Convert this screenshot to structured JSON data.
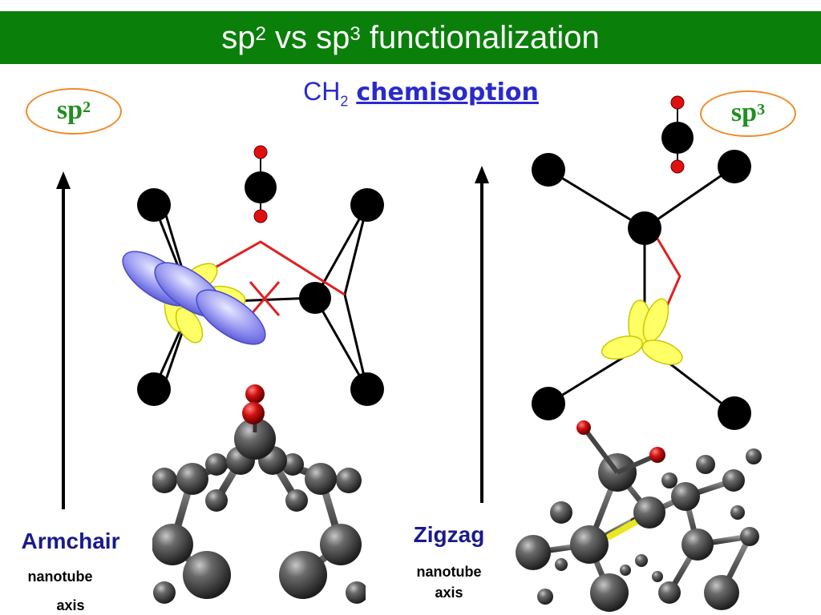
{
  "title": {
    "prefix": "sp",
    "sup1": "2",
    "middle": " vs sp",
    "sup2": "3",
    "suffix": " functionalization"
  },
  "subtitle": {
    "formula_base": "CH",
    "formula_sub": "2",
    "term": "chemisoption"
  },
  "left_panel": {
    "hybridization_base": "sp",
    "hybridization_sup": "2",
    "axis_label": "Armchair",
    "axis_sub1": "nanotube",
    "axis_sub2": "axis"
  },
  "right_panel": {
    "hybridization_base": "sp",
    "hybridization_sup": "3",
    "axis_label": "Zigzag",
    "axis_sub1": "nanotube",
    "axis_sub2": "axis"
  },
  "colors": {
    "title_bar": "#0a7f0a",
    "bond_break": "#e02020",
    "p_orbital": "#6f6fe6",
    "sp_orbital": "#ffff66",
    "oval_border": "#f08a2a",
    "hybridization_text": "#1f8f1f",
    "axis_label": "#1a1a8c",
    "subtitle": "#2a2acb"
  }
}
